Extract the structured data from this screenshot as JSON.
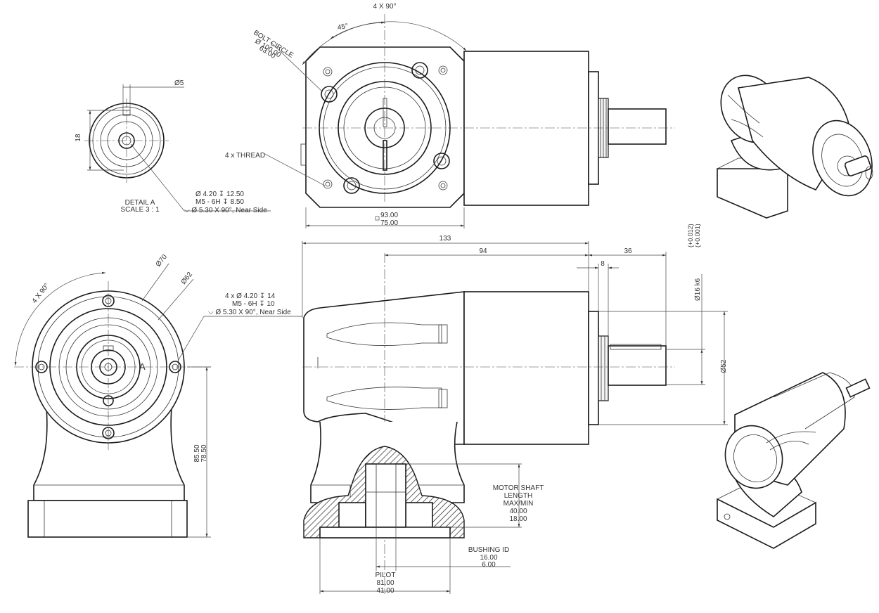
{
  "labels": {
    "top_4x90": "4 X 90°",
    "angle_45": "45°",
    "bolt_circle": "BOLT CIRCLE",
    "bolt_circle_d1": "Ø 100.00",
    "bolt_circle_d2": "63.00",
    "thread_4x": "4 x THREAD",
    "flange_93": "93.00",
    "flange_75": "75.00",
    "detail_dia5": "Ø5",
    "detail_18": "18",
    "detail_title": "DETAIL A",
    "detail_scale": "SCALE 3 : 1",
    "hole_spec_1": "Ø 4.20 ↧ 12.50",
    "hole_spec_2": "M5 - 6H ↧ 8.50",
    "hole_spec_3": "⌵ Ø 5.30 X 90°, Near Side",
    "d133": "133",
    "d94": "94",
    "d36": "36",
    "d8": "8",
    "tol_plus": "(+0.012)",
    "tol_minus": "(+0.001)",
    "shaft_d16": "Ø16 k6",
    "d52": "Ø52",
    "front_4x90": "4 X 90°",
    "front_d70": "Ø70",
    "front_d62": "Ø62",
    "front_spec_1": "4 x Ø 4.20 ↧ 14",
    "front_spec_2": "M5 - 6H ↧ 10",
    "front_spec_3": "⌵ Ø 5.30 X 90°, Near Side",
    "detail_ref": "A",
    "h_8550": "85.50",
    "h_7850": "78.50",
    "motor_1": "MOTOR SHAFT",
    "motor_2": "LENGTH",
    "motor_3": "MAX/MIN",
    "motor_4": "40.00",
    "motor_5": "18.00",
    "bushing_1": "BUSHING ID",
    "bushing_2": "16.00",
    "bushing_3": "6.00",
    "pilot_1": "PILOT",
    "pilot_2": "81.00",
    "pilot_3": "41.00"
  }
}
